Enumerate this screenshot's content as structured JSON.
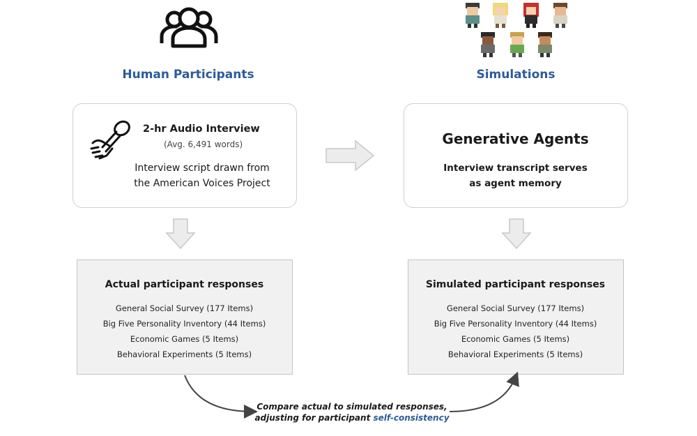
{
  "human": {
    "heading": "Human Participants",
    "interview_title": "2-hr Audio Interview",
    "interview_sub": "(Avg. 6,491 words)",
    "script_line1": "Interview script drawn from",
    "script_line2": "the American Voices Project"
  },
  "sim": {
    "heading": "Simulations",
    "agents_title": "Generative Agents",
    "memory_line1": "Interview transcript serves",
    "memory_line2": "as agent memory"
  },
  "actual": {
    "title": "Actual participant responses",
    "items": [
      "General Social Survey (177 Items)",
      "Big Five Personality Inventory (44 Items)",
      "Economic Games (5 Items)",
      "Behavioral Experiments (5 Items)"
    ]
  },
  "simulated": {
    "title": "Simulated participant responses",
    "items": [
      "General Social Survey (177 Items)",
      "Big Five Personality Inventory (44 Items)",
      "Economic Games (5 Items)",
      "Behavioral Experiments (5 Items)"
    ]
  },
  "compare": {
    "line1": "Compare actual to simulated responses,",
    "line2_prefix": "adjusting for participant ",
    "line2_highlight": "self-consistency"
  },
  "colors": {
    "heading": "#2b5b9a",
    "highlight": "#2b5b9a",
    "arrow_fill": "#ececec",
    "box_gray": "#f1f1f1"
  },
  "icons": [
    "people-group-icon",
    "microphone-hand-icon",
    "pixel-avatar-icon"
  ]
}
